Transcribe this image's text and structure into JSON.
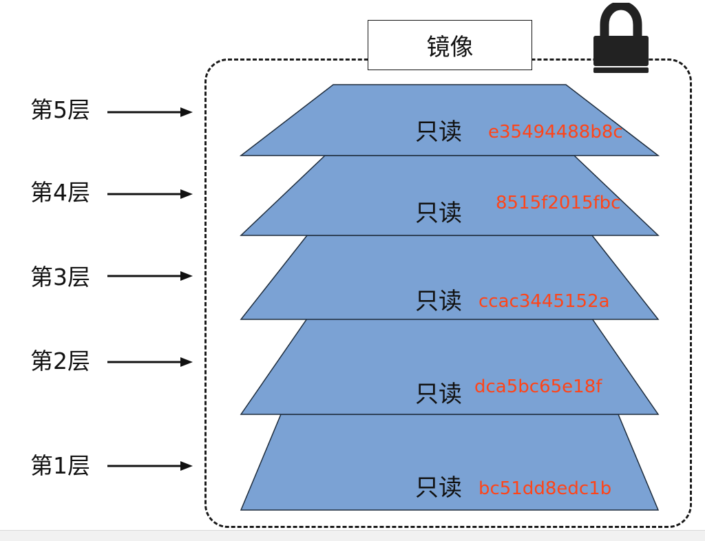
{
  "image_title": "镜像",
  "layers": [
    {
      "label": "第5层",
      "mode": "只读",
      "id": "e35494488b8c"
    },
    {
      "label": "第4层",
      "mode": "只读",
      "id": "8515f2015fbc"
    },
    {
      "label": "第3层",
      "mode": "只读",
      "id": "ccac3445152a"
    },
    {
      "label": "第2层",
      "mode": "只读",
      "id": "dca5bc65e18f"
    },
    {
      "label": "第1层",
      "mode": "只读",
      "id": "bc51dd8edc1b"
    }
  ],
  "colors": {
    "layer_fill": "#7ba2d4",
    "layer_stroke": "#1c2a3a",
    "hash_text": "#ff4418"
  },
  "icons": {
    "lock": "padlock-icon",
    "arrow": "right-arrow-icon"
  }
}
